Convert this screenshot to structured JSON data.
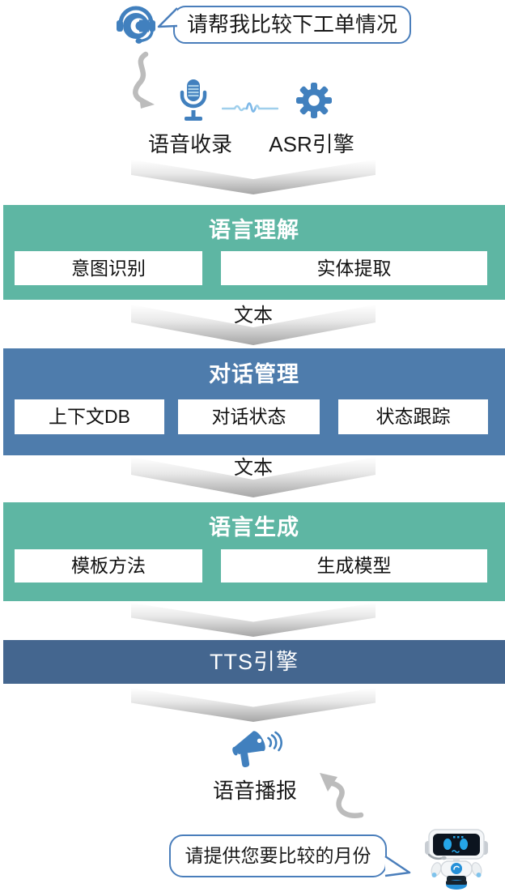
{
  "user_input": {
    "bubble_text": "请帮我比较下工单情况"
  },
  "capture": {
    "voice_record_label": "语音收录",
    "asr_label": "ASR引擎"
  },
  "nlu": {
    "title": "语言理解",
    "items": [
      "意图识别",
      "实体提取"
    ]
  },
  "dm": {
    "title": "对话管理",
    "items": [
      "上下文DB",
      "对话状态",
      "状态跟踪"
    ]
  },
  "nlg": {
    "title": "语言生成",
    "items": [
      "模板方法",
      "生成模型"
    ]
  },
  "tts": {
    "title": "TTS引擎"
  },
  "connectors": {
    "nlu_to_dm_label": "文本",
    "dm_to_nlg_label": "文本"
  },
  "output": {
    "broadcast_label": "语音播报",
    "bubble_text": "请提供您要比较的月份"
  },
  "icons": [
    "headset-agent-icon",
    "microphone-icon",
    "waveform-icon",
    "gear-icon",
    "megaphone-icon",
    "robot-icon",
    "curved-arrow-down-icon",
    "curved-arrow-up-icon"
  ],
  "colors": {
    "teal_block": "#5eb6a3",
    "blue_block": "#4e7cac",
    "tts_bar": "#44668f",
    "icon_blue": "#4180be",
    "bubble_border": "#4a7ebb",
    "waveform_blue": "#9fcfec",
    "arrow_gray": "#bcbcbc"
  }
}
